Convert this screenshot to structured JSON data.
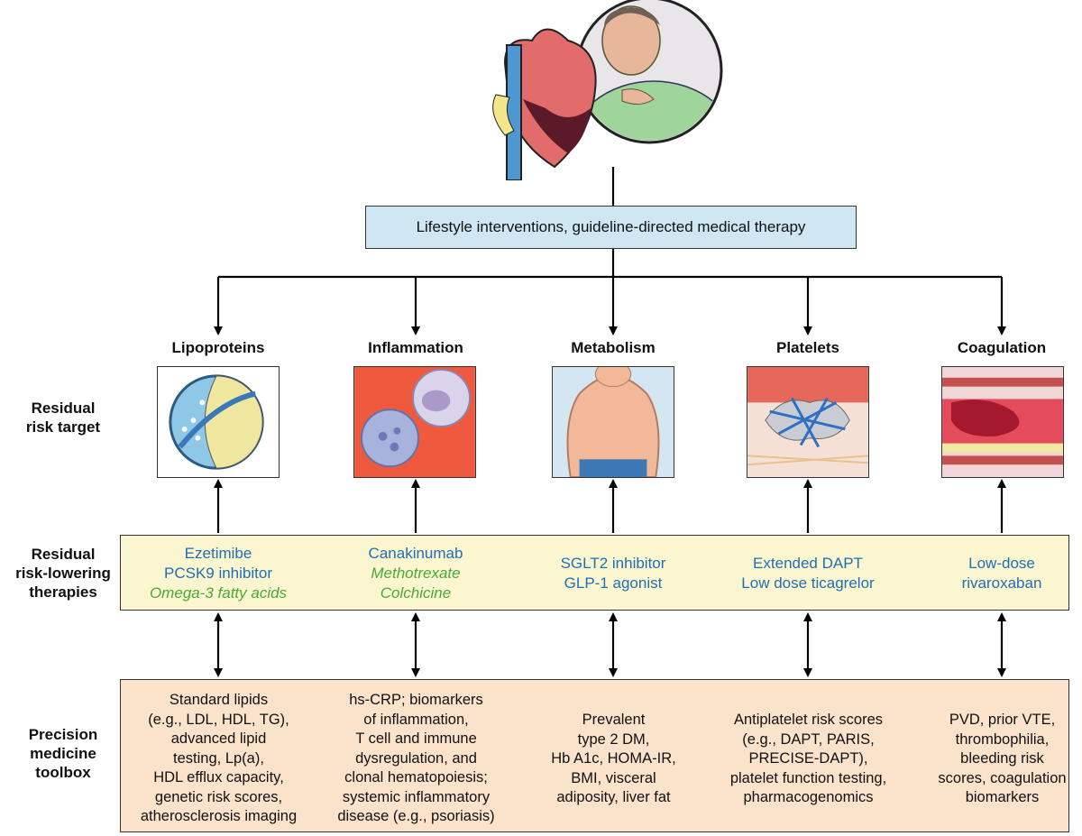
{
  "top_box": {
    "label": "Lifestyle interventions, guideline-directed medical therapy"
  },
  "row_labels": {
    "target": [
      "Residual",
      "risk target"
    ],
    "therapies": [
      "Residual",
      "risk-lowering",
      "therapies"
    ],
    "toolbox": [
      "Precision",
      "medicine",
      "toolbox"
    ]
  },
  "columns": [
    {
      "title": "Lipoproteins",
      "thumb_icon": "lipoprotein-particle-icon",
      "therapies": [
        {
          "text": "Ezetimibe",
          "style": "blue"
        },
        {
          "text": "PCSK9 inhibitor",
          "style": "blue"
        },
        {
          "text": "Omega-3 fatty acids",
          "style": "green-italic"
        }
      ],
      "toolbox": [
        "Standard lipids",
        "(e.g., LDL, HDL, TG),",
        "advanced lipid",
        "testing, Lp(a),",
        "HDL efflux capacity,",
        "genetic risk scores,",
        "atherosclerosis imaging"
      ]
    },
    {
      "title": "Inflammation",
      "thumb_icon": "white-blood-cells-icon",
      "therapies": [
        {
          "text": "Canakinumab",
          "style": "blue"
        },
        {
          "text": "Methotrexate",
          "style": "green-italic"
        },
        {
          "text": "Colchicine",
          "style": "green-italic"
        }
      ],
      "toolbox": [
        "hs-CRP; biomarkers",
        "of inflammation,",
        "T cell and immune",
        "dysregulation, and",
        "clonal hematopoiesis;",
        "systemic inflammatory",
        "disease (e.g., psoriasis)"
      ]
    },
    {
      "title": "Metabolism",
      "thumb_icon": "obese-torso-icon",
      "therapies": [
        {
          "text": "SGLT2 inhibitor",
          "style": "blue"
        },
        {
          "text": "GLP-1 agonist",
          "style": "blue"
        }
      ],
      "toolbox": [
        "Prevalent",
        "type 2 DM,",
        "Hb A1c, HOMA-IR,",
        "BMI, visceral",
        "adiposity, liver fat"
      ]
    },
    {
      "title": "Platelets",
      "thumb_icon": "platelet-thrombus-icon",
      "therapies": [
        {
          "text": "Extended DAPT",
          "style": "blue"
        },
        {
          "text": "Low dose ticagrelor",
          "style": "blue"
        }
      ],
      "toolbox": [
        "Antiplatelet risk scores",
        "(e.g., DAPT, PARIS,",
        "PRECISE-DAPT),",
        "platelet function testing,",
        "pharmacogenomics"
      ]
    },
    {
      "title": "Coagulation",
      "thumb_icon": "blood-vessel-clot-icon",
      "therapies": [
        {
          "text": "Low-dose",
          "style": "blue"
        },
        {
          "text": "rivaroxaban",
          "style": "blue"
        }
      ],
      "toolbox": [
        "PVD, prior VTE,",
        "thrombophilia,",
        "bleeding risk",
        "scores, coagulation",
        "biomarkers"
      ]
    }
  ],
  "colors": {
    "top_box": "#cfe6f3",
    "therapy_band": "#fbf6cf",
    "toolbox_band": "#fbe3cb",
    "blue_text": "#1f6fb4",
    "green_text": "#4aa838"
  }
}
